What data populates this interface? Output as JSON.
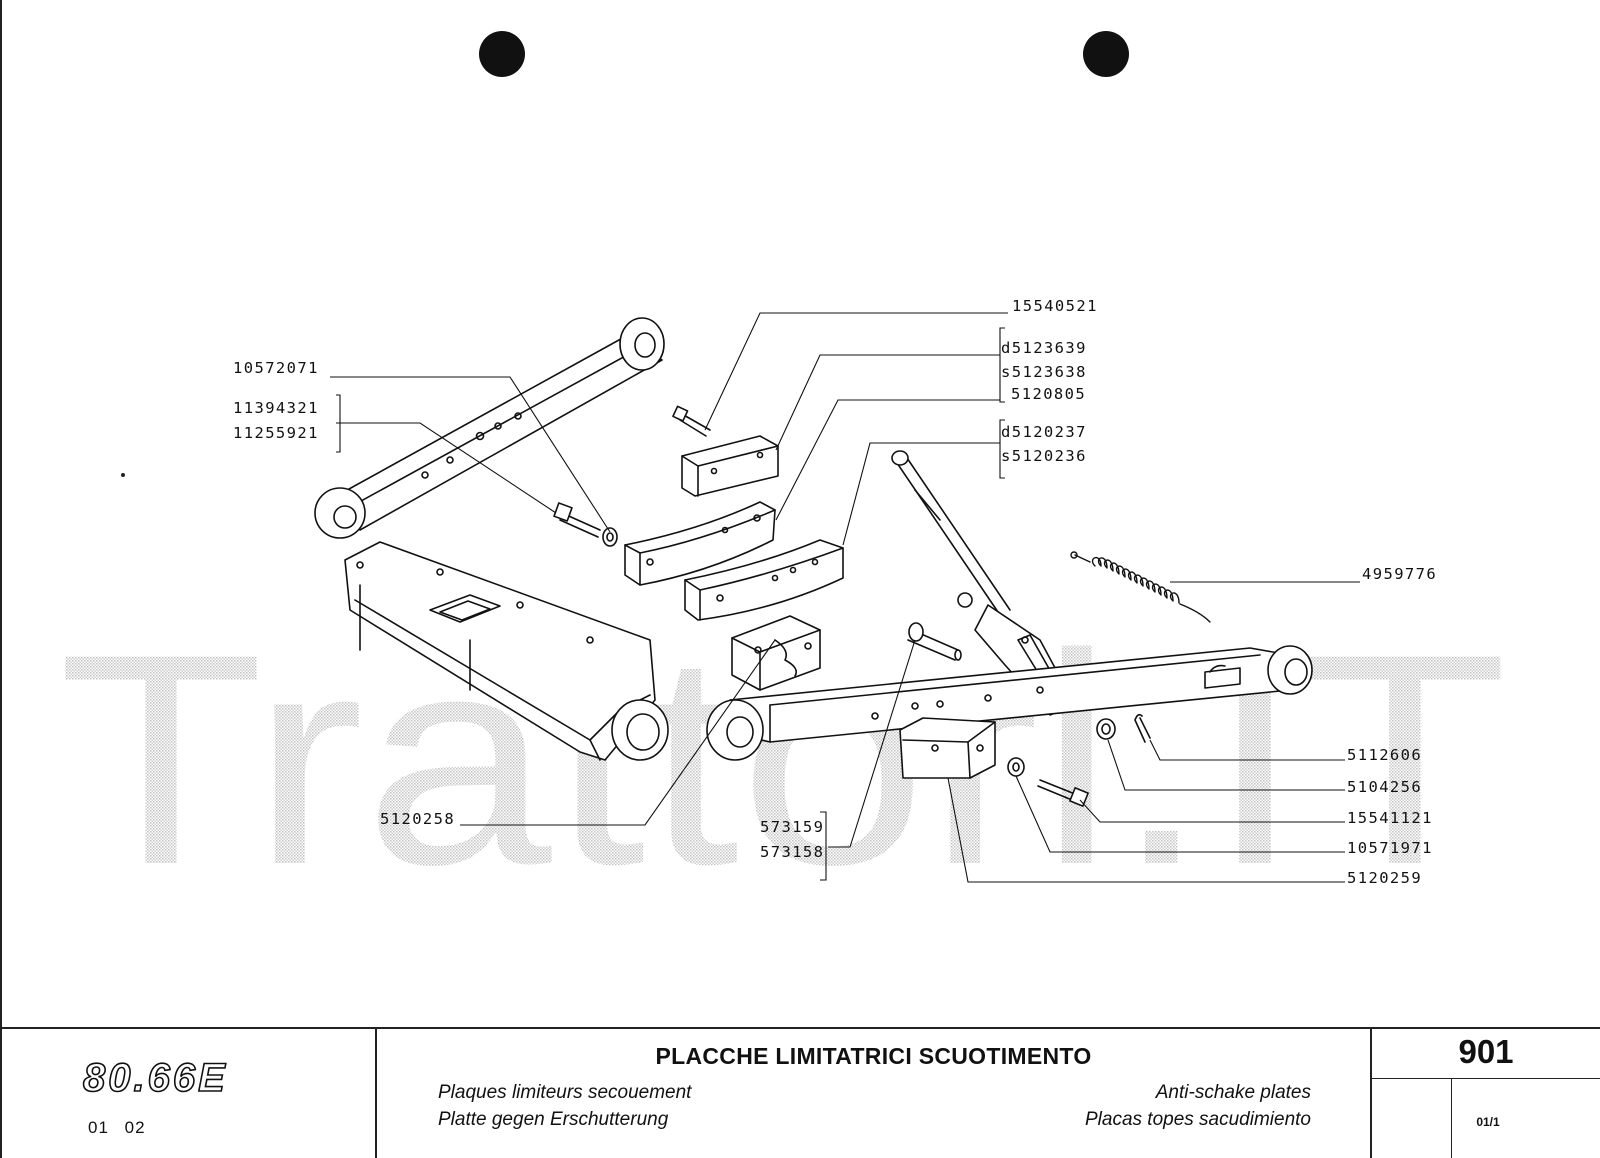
{
  "watermark": "Trattori.IT",
  "parts": [
    {
      "id": "p1",
      "number": "15540521"
    },
    {
      "id": "p2",
      "number": "d5123639"
    },
    {
      "id": "p3",
      "number": "s5123638"
    },
    {
      "id": "p4",
      "number": "5120805"
    },
    {
      "id": "p5",
      "number": "d5120237"
    },
    {
      "id": "p6",
      "number": "s5120236"
    },
    {
      "id": "p7",
      "number": "10572071"
    },
    {
      "id": "p8",
      "number": "11394321"
    },
    {
      "id": "p9",
      "number": "11255921"
    },
    {
      "id": "p10",
      "number": "4959776"
    },
    {
      "id": "p11",
      "number": "5112606"
    },
    {
      "id": "p12",
      "number": "5104256"
    },
    {
      "id": "p13",
      "number": "15541121"
    },
    {
      "id": "p14",
      "number": "10571971"
    },
    {
      "id": "p15",
      "number": "5120259"
    },
    {
      "id": "p16",
      "number": "5120258"
    },
    {
      "id": "p17",
      "number": "573159"
    },
    {
      "id": "p18",
      "number": "573158"
    }
  ],
  "title_block": {
    "model": "80.66E",
    "edition": "01 02",
    "title": "PLACCHE LIMITATRICI SCUOTIMENTO",
    "subtitle_fr": "Plaques limiteurs secouement",
    "subtitle_de": "Platte gegen Erschutterung",
    "subtitle_en": "Anti-schake plates",
    "subtitle_es": "Placas topes sacudimiento",
    "page_number": "901",
    "sheet": "01/1"
  }
}
